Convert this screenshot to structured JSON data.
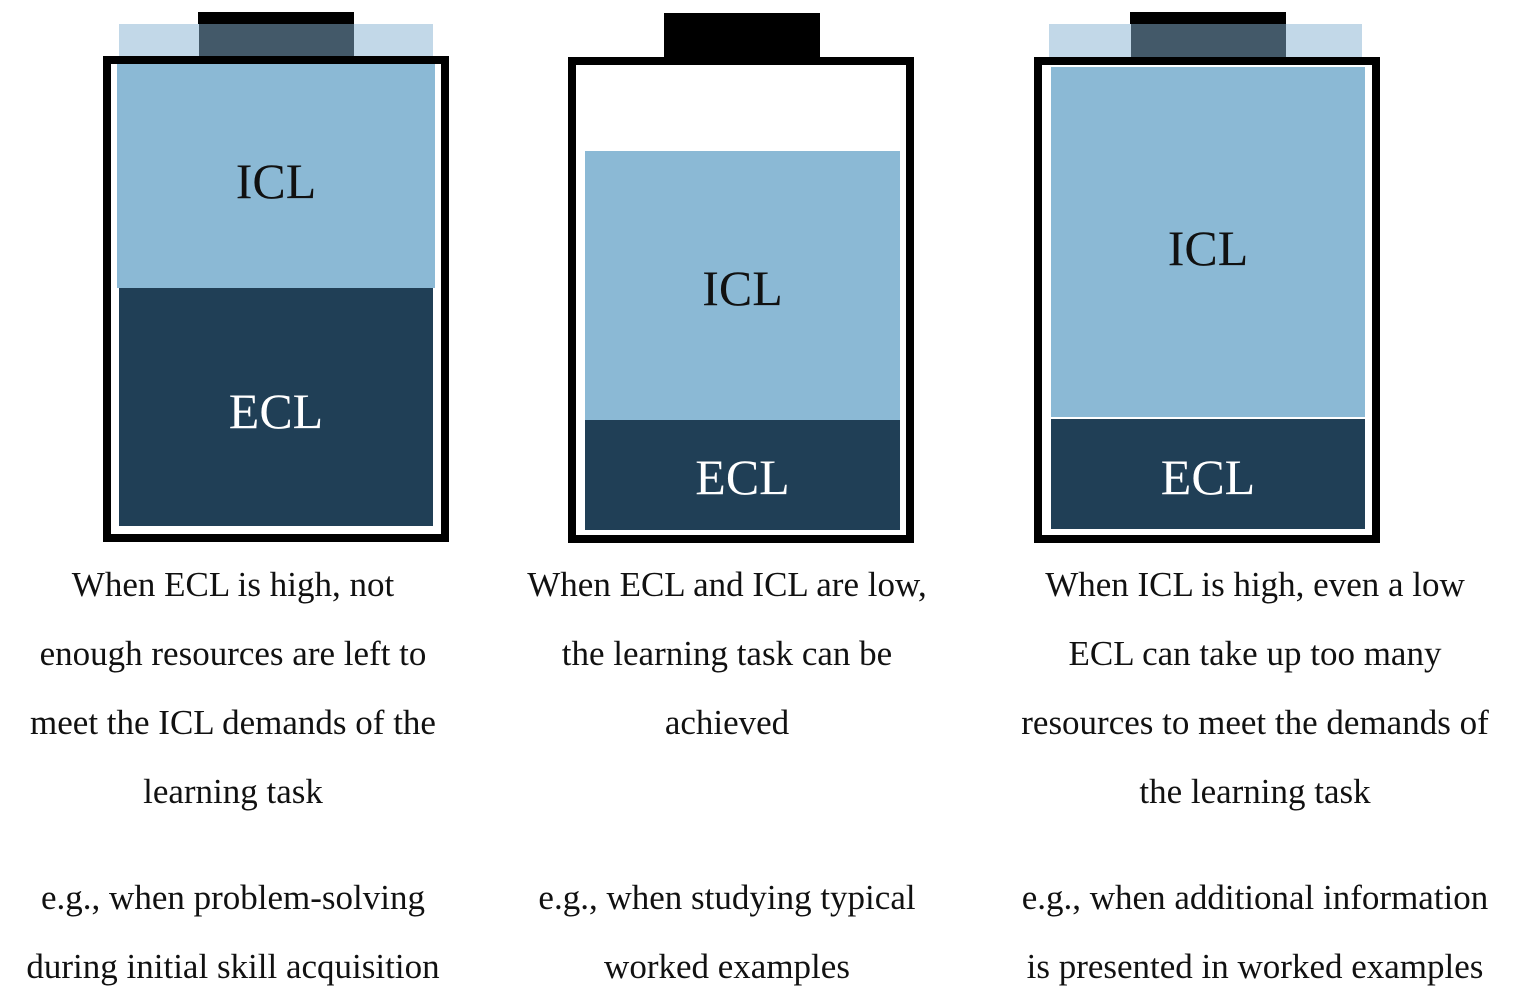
{
  "colors": {
    "icl": "#8bb9d5",
    "ecl": "#203f56",
    "outline": "#000000",
    "cap_wing": "#c2d8e8",
    "cap_core": "#435969"
  },
  "batteries": [
    {
      "icl_label": "ICL",
      "ecl_label": "ECL",
      "description_lines": [
        "When ECL is high, not",
        "enough resources are left to",
        "meet the ICL demands of the",
        "learning task"
      ],
      "example_lines": [
        "e.g., when problem-solving",
        "during initial skill acquisition"
      ]
    },
    {
      "icl_label": "ICL",
      "ecl_label": "ECL",
      "description_lines": [
        "When ECL and ICL are low,",
        "the learning task can be",
        "achieved"
      ],
      "example_lines": [
        "e.g., when studying typical",
        "worked examples"
      ]
    },
    {
      "icl_label": "ICL",
      "ecl_label": "ECL",
      "description_lines": [
        "When ICL is high, even a low",
        "ECL can take up too many",
        "resources to meet the demands of",
        "the learning task"
      ],
      "example_lines": [
        "e.g., when additional information",
        "is presented in worked examples"
      ]
    }
  ]
}
